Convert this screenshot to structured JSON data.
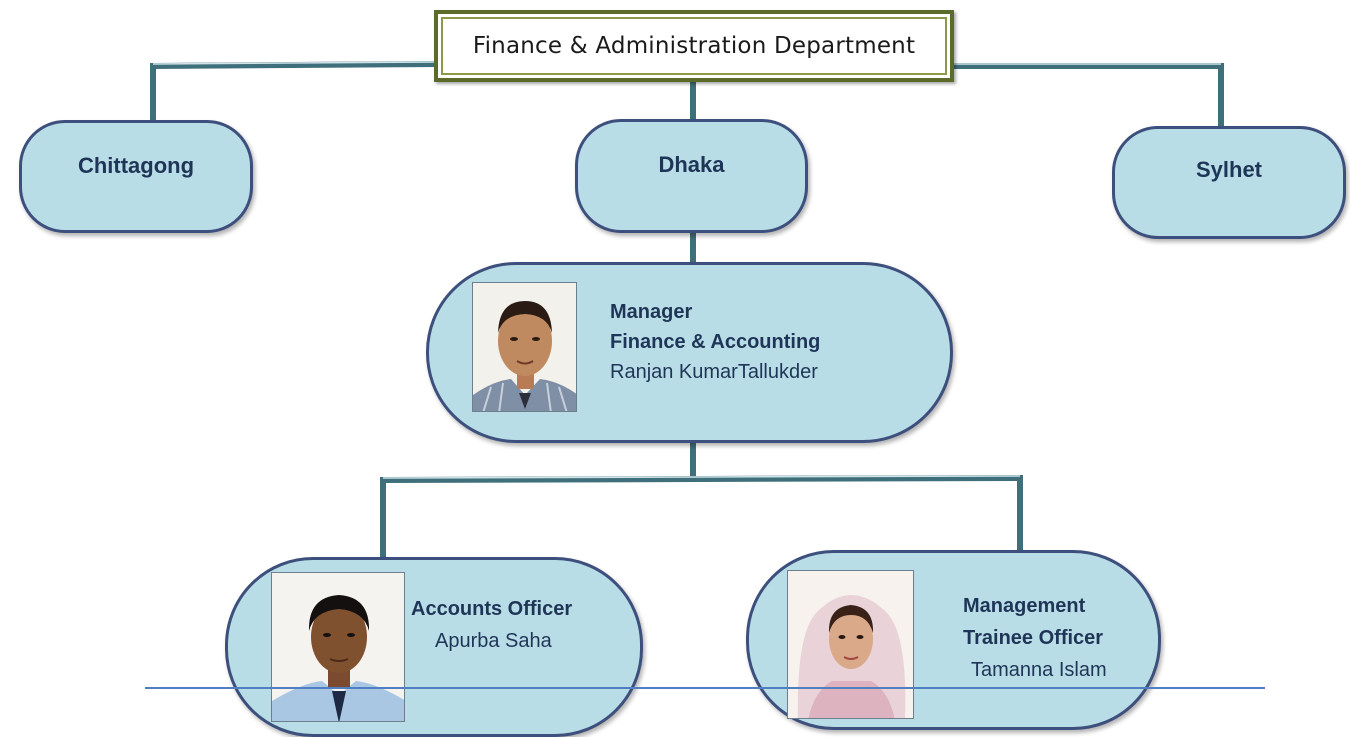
{
  "department": {
    "title": "Finance & Administration Department"
  },
  "branches": {
    "chittagong": "Chittagong",
    "dhaka": "Dhaka",
    "sylhet": "Sylhet"
  },
  "manager": {
    "role_line1": "Manager",
    "role_line2": "Finance & Accounting",
    "name": "Ranjan KumarTallukder"
  },
  "accounts_officer": {
    "role": "Accounts Officer",
    "name": "Apurba Saha"
  },
  "trainee": {
    "role_line1": "Management",
    "role_line2": "Trainee Officer",
    "name": "Tamanna Islam"
  },
  "colors": {
    "node_fill": "#b9dde6",
    "node_border": "#3d4f7c",
    "connector": "#3e6f7a",
    "dept_border": "#5a6b2a",
    "text": "#1f3557",
    "base_line": "#4f7fc2"
  }
}
